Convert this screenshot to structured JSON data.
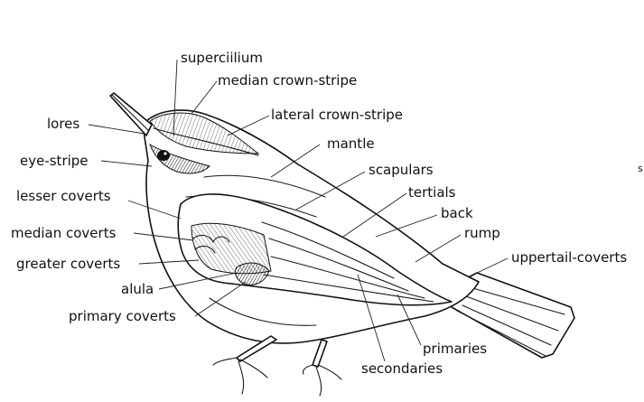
{
  "labels": {
    "supercilium": "superciilium",
    "median_crown_stripe": "median crown-stripe",
    "lores": "lores",
    "lateral_crown_stripe": "lateral crown-stripe",
    "mantle": "mantle",
    "eye_stripe": "eye-stripe",
    "scapulars": "scapulars",
    "tertials": "tertials",
    "lesser_coverts": "lesser coverts",
    "back": "back",
    "median_coverts": "median coverts",
    "rump": "rump",
    "greater_coverts": "greater coverts",
    "uppertail_coverts": "uppertail-coverts",
    "alula": "alula",
    "primary_coverts": "primary coverts",
    "primaries": "primaries",
    "secondaries": "secondaries"
  },
  "edge_mark": "s"
}
